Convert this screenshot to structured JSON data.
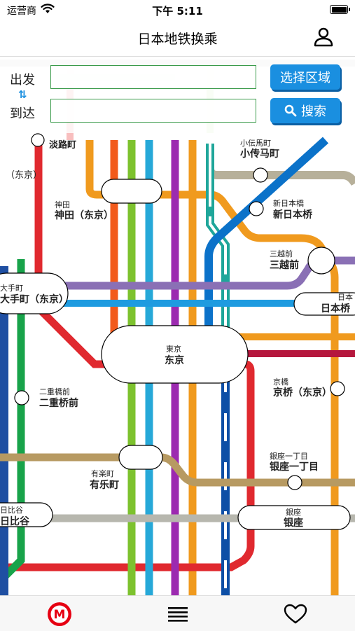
{
  "status_bar": {
    "carrier": "运营商",
    "time": "下午 5:11"
  },
  "nav": {
    "title": "日本地铁换乘"
  },
  "search": {
    "from_label": "出发",
    "to_label": "到达",
    "swap_glyph": "⇅",
    "from_value": "",
    "to_value": "",
    "select_area_label": "选择区域",
    "search_label": "搜索"
  },
  "colors": {
    "accent": "#1a8fe0",
    "input_border": "#3a9a4a"
  },
  "stations": {
    "awajicho": "淡路町",
    "tokyo_left": "（东京）",
    "kanda_jp": "神田",
    "kanda_cn": "神田（东京）",
    "kodenmacho_jp": "小伝馬町",
    "kodenmacho_cn": "小传马町",
    "shin_nihombashi_jp": "新日本橋",
    "shin_nihombashi_cn": "新日本桥",
    "mitsukoshimae_jp": "三越前",
    "mitsukoshimae_cn": "三越前",
    "otemachi_jp": "大手町",
    "otemachi_cn": "大手町（东京）",
    "nihombashi_jp": "日本",
    "nihombashi_cn": "日本桥",
    "tokyo_jp": "東京",
    "tokyo_cn": "东京",
    "nijubashimae_jp": "二重橋前",
    "nijubashimae_cn": "二重桥前",
    "kyobashi_jp": "京橋",
    "kyobashi_cn": "京桥（东京）",
    "ginza_itchome_jp": "銀座一丁目",
    "ginza_itchome_cn": "银座一丁目",
    "yurakucho_jp": "有楽町",
    "yurakucho_cn": "有乐町",
    "hibiya_jp": "日比谷",
    "hibiya_cn": "日比谷",
    "ginza_jp": "銀座",
    "ginza_cn": "银座"
  },
  "tabs": [
    {
      "icon": "metro-logo-icon",
      "label": "M"
    },
    {
      "icon": "list-icon"
    },
    {
      "icon": "heart-icon"
    }
  ]
}
